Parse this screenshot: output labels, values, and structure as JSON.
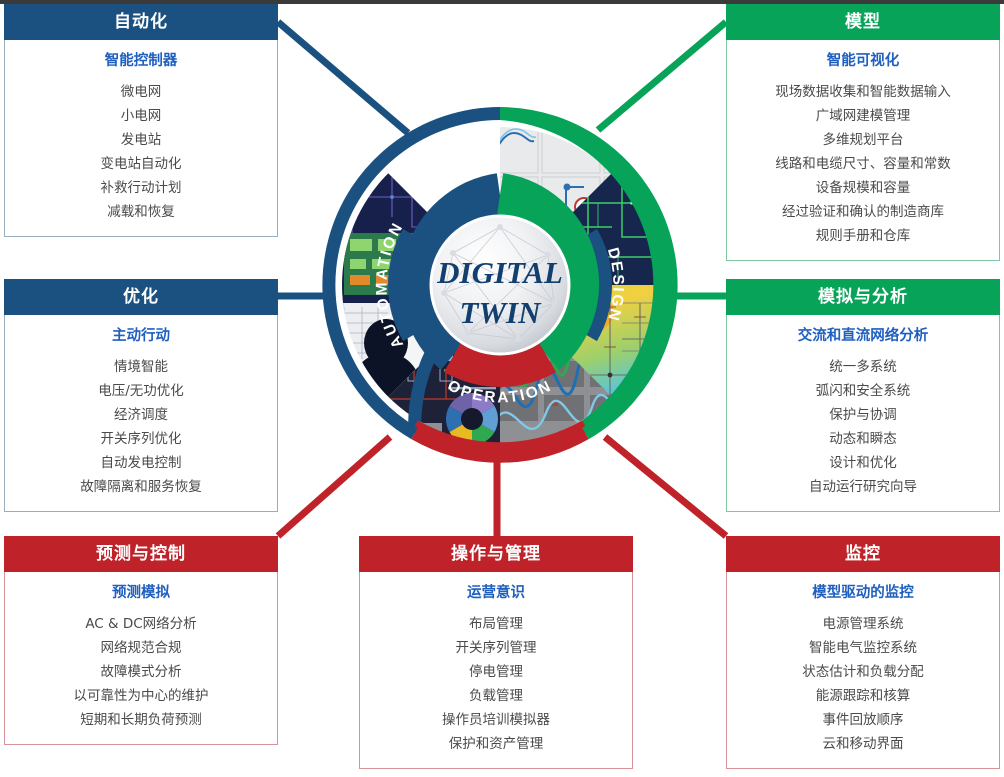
{
  "theme": {
    "blue": "#1b5180",
    "green": "#06a358",
    "red": "#bf2229",
    "subtitle_blue": "#1f5fbf",
    "body_text": "#4a4a4a"
  },
  "center": {
    "word1": "DIGITAL",
    "word2": "TWIN",
    "ring": {
      "automation": "AUTOMATION",
      "design": "DESIGN",
      "operation": "OPERATION"
    }
  },
  "panels": [
    {
      "id": "automation",
      "color": "blue",
      "title": "自动化",
      "subtitle": "智能控制器",
      "items": [
        "微电网",
        "小电网",
        "发电站",
        "变电站自动化",
        "补救行动计划",
        "减载和恢复"
      ]
    },
    {
      "id": "model",
      "color": "green",
      "title": "模型",
      "subtitle": "智能可视化",
      "items": [
        "现场数据收集和智能数据输入",
        "广域网建模管理",
        "多维规划平台",
        "线路和电缆尺寸、容量和常数",
        "设备规模和容量",
        "经过验证和确认的制造商库",
        "规则手册和仓库"
      ]
    },
    {
      "id": "optimize",
      "color": "blue",
      "title": "优化",
      "subtitle": "主动行动",
      "items": [
        "情境智能",
        "电压/无功优化",
        "经济调度",
        "开关序列优化",
        "自动发电控制",
        "故障隔离和服务恢复"
      ]
    },
    {
      "id": "simulate",
      "color": "green",
      "title": "模拟与分析",
      "subtitle": "交流和直流网络分析",
      "items": [
        "统一多系统",
        "弧闪和安全系统",
        "保护与协调",
        "动态和瞬态",
        "设计和优化",
        "自动运行研究向导"
      ]
    },
    {
      "id": "forecast",
      "color": "red",
      "title": "预测与控制",
      "subtitle": "预测模拟",
      "items": [
        "AC & DC网络分析",
        "网络规范合规",
        "故障模式分析",
        "以可靠性为中心的维护",
        "短期和长期负荷预测"
      ]
    },
    {
      "id": "operate",
      "color": "red",
      "title": "操作与管理",
      "subtitle": "运营意识",
      "items": [
        "布局管理",
        "开关序列管理",
        "停电管理",
        "负载管理",
        "操作员培训模拟器",
        "保护和资产管理"
      ]
    },
    {
      "id": "monitor",
      "color": "red",
      "title": "监控",
      "subtitle": "模型驱动的监控",
      "items": [
        "电源管理系统",
        "智能电气监控系统",
        "状态估计和负载分配",
        "能源跟踪和核算",
        "事件回放顺序",
        "云和移动界面"
      ]
    }
  ]
}
